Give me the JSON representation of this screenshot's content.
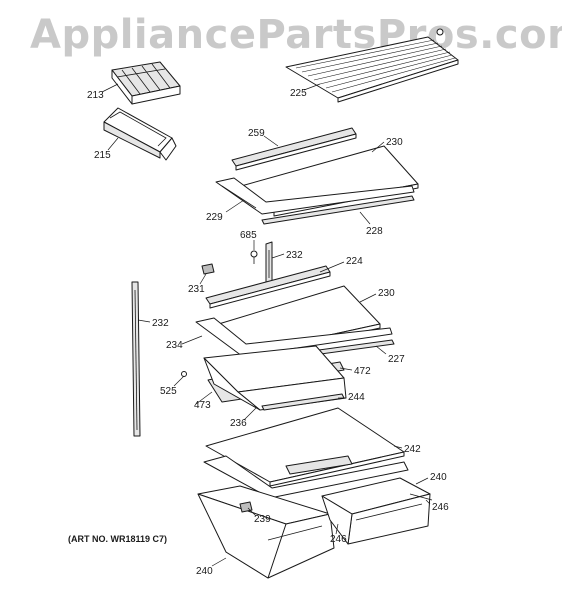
{
  "watermark": "AppliancePartsPros.com",
  "art_number": "(ART NO. WR18119 C7)",
  "callouts": [
    {
      "id": "213",
      "text": "213"
    },
    {
      "id": "215",
      "text": "215"
    },
    {
      "id": "225",
      "text": "225"
    },
    {
      "id": "259",
      "text": "259"
    },
    {
      "id": "230a",
      "text": "230"
    },
    {
      "id": "229",
      "text": "229"
    },
    {
      "id": "228",
      "text": "228"
    },
    {
      "id": "685",
      "text": "685"
    },
    {
      "id": "232a",
      "text": "232"
    },
    {
      "id": "224",
      "text": "224"
    },
    {
      "id": "231",
      "text": "231"
    },
    {
      "id": "230b",
      "text": "230"
    },
    {
      "id": "232b",
      "text": "232"
    },
    {
      "id": "234",
      "text": "234"
    },
    {
      "id": "227",
      "text": "227"
    },
    {
      "id": "472",
      "text": "472"
    },
    {
      "id": "525",
      "text": "525"
    },
    {
      "id": "473",
      "text": "473"
    },
    {
      "id": "244",
      "text": "244"
    },
    {
      "id": "236",
      "text": "236"
    },
    {
      "id": "242",
      "text": "242"
    },
    {
      "id": "240a",
      "text": "240"
    },
    {
      "id": "246a",
      "text": "246"
    },
    {
      "id": "239",
      "text": "239"
    },
    {
      "id": "246b",
      "text": "246"
    },
    {
      "id": "240b",
      "text": "240"
    }
  ]
}
